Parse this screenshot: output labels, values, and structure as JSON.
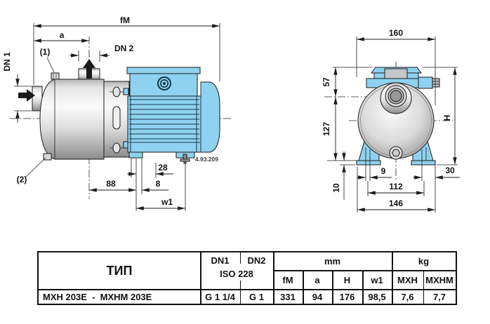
{
  "drawing": {
    "code_label": "4.93.209",
    "colors": {
      "motor_blue": "#8ed2ef",
      "line": "#1a1a1a"
    },
    "left_view": {
      "dim_fm": "fM",
      "dim_a": "a",
      "dim_dn1": "DN 1",
      "dim_dn2": "DN 2",
      "callout_1": "(1)",
      "callout_2": "(2)",
      "dim_28": "28",
      "dim_88": "88",
      "dim_8": "8",
      "dim_w1": "w1"
    },
    "right_view": {
      "dim_160": "160",
      "dim_57": "57",
      "dim_127": "127",
      "dim_h": "H",
      "dim_9": "9",
      "dim_30": "30",
      "dim_10": "10",
      "dim_112": "112",
      "dim_146": "146"
    }
  },
  "table": {
    "type_header": "ТИП",
    "dn1": "DN1",
    "dn2": "DN2",
    "iso": "ISO 228",
    "mm_group": "mm",
    "kg_group": "kg",
    "col_fm": "fM",
    "col_a": "a",
    "col_h": "H",
    "col_w1": "w1",
    "col_mxh": "MXH",
    "col_mxhm": "MXHM",
    "row": {
      "type": "MXH 203E  -  MXHM 203E",
      "dn1": "G 1 1/4",
      "dn2": "G 1",
      "fm": "331",
      "a": "94",
      "h": "176",
      "w1": "98,5",
      "mxh": "7,6",
      "mxhm": "7,7"
    }
  }
}
